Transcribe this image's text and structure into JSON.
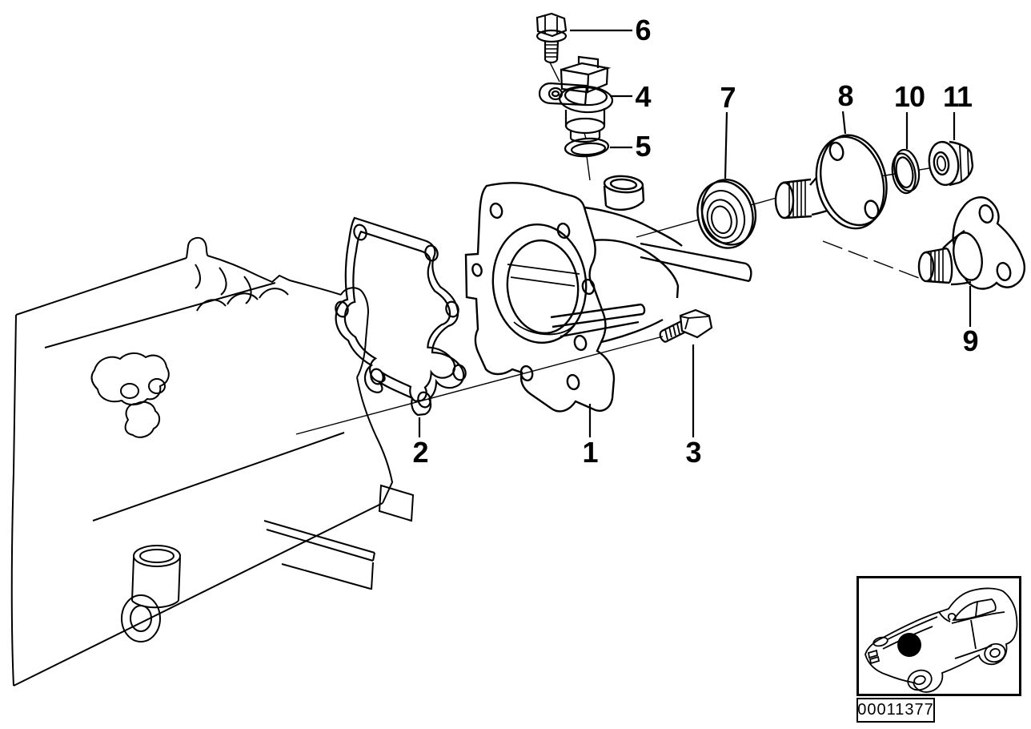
{
  "diagram": {
    "type": "exploded-parts-diagram",
    "callouts": [
      {
        "label": "1"
      },
      {
        "label": "2"
      },
      {
        "label": "3"
      },
      {
        "label": "4"
      },
      {
        "label": "5"
      },
      {
        "label": "6"
      },
      {
        "label": "7"
      },
      {
        "label": "8"
      },
      {
        "label": "9"
      },
      {
        "label": "10"
      },
      {
        "label": "11"
      }
    ],
    "inset": {
      "image_code": "00011377",
      "icon": "car-silhouette-with-location-dot"
    },
    "colors": {
      "line": "#000000",
      "background": "#ffffff",
      "location_dot": "#000000"
    }
  }
}
